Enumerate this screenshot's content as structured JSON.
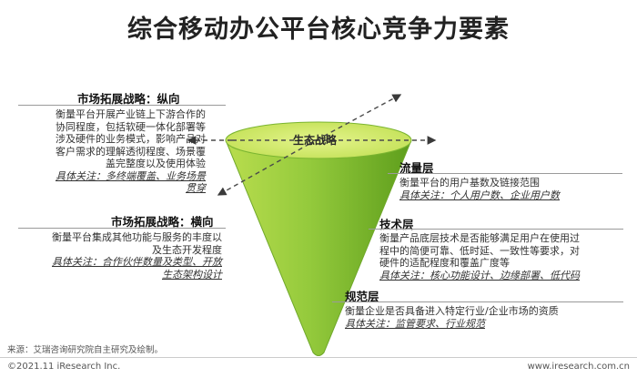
{
  "title": "综合移动办公平台核心竞争力要素",
  "left_blocks": [
    {
      "heading": "市场拓展战略：纵向",
      "lines": [
        "衡量平台开展产业链上下游合作的",
        "协同程度，包括软硬一体化部署等",
        "涉及硬件的业务模式，影响产品对",
        "客户需求的理解透彻程度、场景覆",
        "盖完整度以及使用体验"
      ],
      "focus": [
        "具体关注：多终端覆盖、业务场景",
        "贯穿"
      ]
    },
    {
      "heading": "市场拓展战略：横向",
      "lines": [
        "衡量平台集成其他功能与服务的丰度以",
        "及生态开发程度"
      ],
      "focus": [
        "具体关注：合作伙伴数量及类型、开放",
        "生态架构设计"
      ]
    }
  ],
  "funnel_label": "生态战略",
  "right_blocks": [
    {
      "heading": "流量层",
      "lines": [
        "衡量平台的用户基数及链接范围"
      ],
      "focus": [
        "具体关注：个人用户数、企业用户数"
      ]
    },
    {
      "heading": "技术层",
      "lines": [
        "衡量产品底层技术是否能够满足用户在使用过",
        "程中的简便可靠、低时延、一致性等要求，对",
        "硬件的适配程度和覆盖广度等"
      ],
      "focus": [
        "具体关注：核心功能设计、边缘部署、低代码"
      ]
    },
    {
      "heading": "规范层",
      "lines": [
        "衡量企业是否具备进入特定行业/企业市场的资质"
      ],
      "focus": [
        "具体关注：监管要求、行业规范"
      ]
    }
  ],
  "source": "来源：艾瑞咨询研究院自主研究及绘制。",
  "copyright": "©2021.11 iResearch Inc.",
  "website": "www.iresearch.com.cn",
  "colors": {
    "funnel_top": "#d4ec6a",
    "funnel_body": "#8cc63f",
    "funnel_shade": "#5e9e1c",
    "divider": "#9a9a9a"
  }
}
